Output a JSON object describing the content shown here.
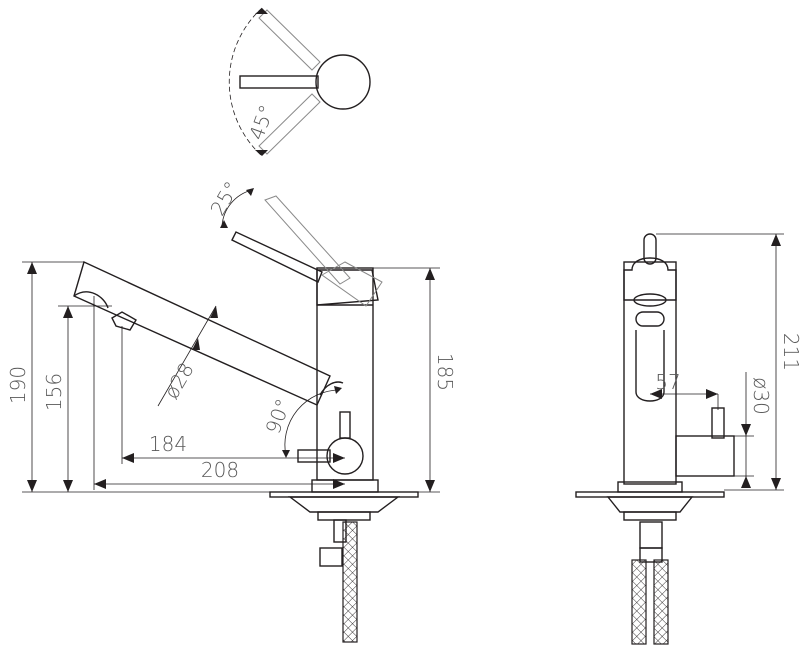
{
  "top_view": {
    "angle_label": "45°"
  },
  "side_view": {
    "angles": {
      "lever_tilt": "25°",
      "spout_joint": "90°"
    },
    "diameter_spout": "ø28",
    "heights": {
      "total": "190",
      "spout_outlet": "156",
      "body": "185"
    },
    "lengths": {
      "reach_outlet": "184",
      "reach_total": "208"
    }
  },
  "front_view": {
    "height_total": "211",
    "lever_offset": "57",
    "diameter_lever": "ø30"
  }
}
